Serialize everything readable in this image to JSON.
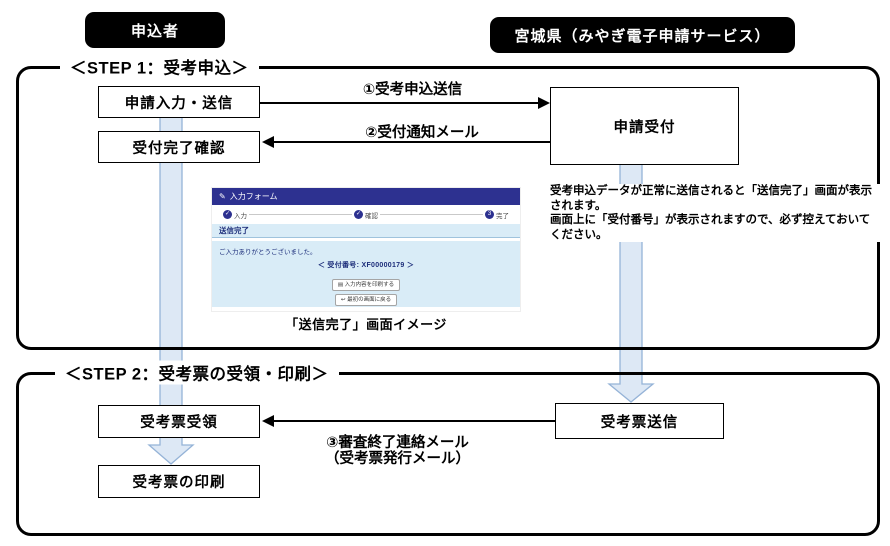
{
  "palette": {
    "band_fill": "#dde8f5",
    "band_stroke": "#95b3d7",
    "screen_navy": "#2d3190",
    "screen_light_blue": "#d9ecf7",
    "screen_text_blue": "#1c2d7a",
    "actor_bg": "#000000"
  },
  "actors": {
    "applicant": "申込者",
    "service": "宮城県（みやぎ電子申請サービス）"
  },
  "step1": {
    "title": "＜STEP 1：受考申込＞",
    "box_input": "申請入力・送信",
    "box_check": "受付完了確認",
    "box_reception": "申請受付",
    "arrow1": "①受考申込送信",
    "arrow2": "②受付通知メール",
    "note_lines": [
      "受考申込データが正常に送信されると「送信完了」画面が表示",
      "されます。",
      "画面上に「受付番号」が表示されますので、必ず控えておいて",
      "ください。"
    ],
    "caption": "「送信完了」画面イメージ"
  },
  "screen": {
    "header": "入力フォーム",
    "form_icon": "✎",
    "steps": [
      {
        "mark": "✓",
        "label": "入力"
      },
      {
        "mark": "✓",
        "label": "確認"
      },
      {
        "mark": "3",
        "label": "完了"
      }
    ],
    "title": "送信完了",
    "thanks": "ご入力ありがとうございました。",
    "receipt": "＜ 受付番号: XF00000179 ＞",
    "print_icon": "▤",
    "print_button": "入力内容を印刷する",
    "back_icon": "↩",
    "back_button": "最初の画面に戻る"
  },
  "step2": {
    "title": "＜STEP 2：受考票の受領・印刷＞",
    "box_receive": "受考票受領",
    "box_print": "受考票の印刷",
    "box_send": "受考票送信",
    "arrow3_line1": "③審査終了連絡メール",
    "arrow3_line2": "（受考票発行メール）"
  }
}
